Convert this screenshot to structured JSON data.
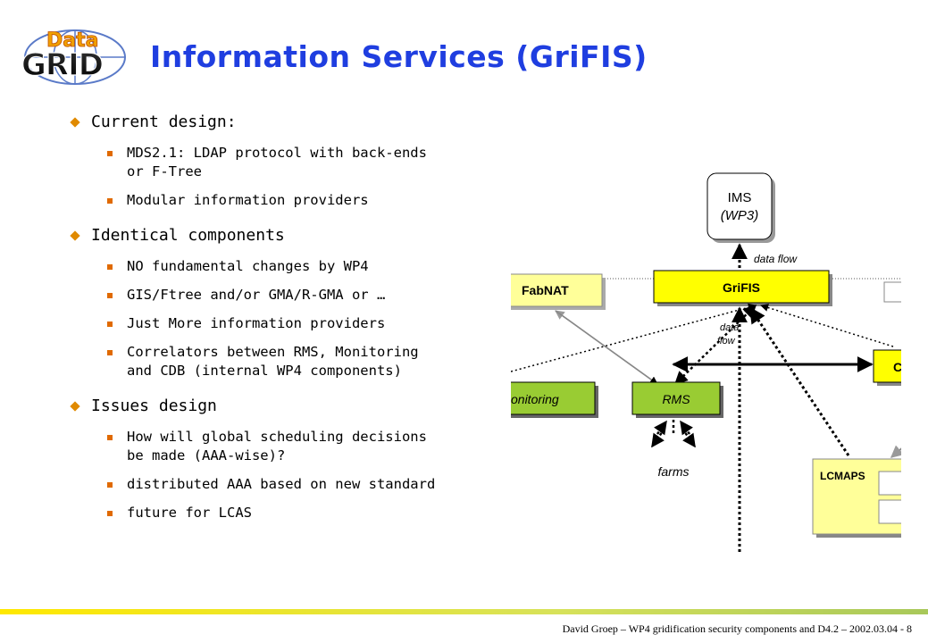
{
  "header": {
    "logo_text_top": "Data",
    "logo_text_bottom": "GRID",
    "title": "Information Services (GriFIS)"
  },
  "sections": [
    {
      "heading": "Current design:",
      "items": [
        "MDS2.1: LDAP protocol with back-ends\nor F-Tree",
        "Modular information providers"
      ]
    },
    {
      "heading": "Identical components",
      "items": [
        "NO fundamental changes by WP4",
        "GIS/Ftree and/or GMA/R-GMA or …",
        "Just More information providers",
        "Correlators between RMS, Monitoring\nand CDB (internal WP4 components)"
      ]
    },
    {
      "heading": "Issues design",
      "items": [
        "How will global scheduling decisions\nbe made (AAA-wise)?",
        "distributed AAA based on new standard",
        "future for LCAS"
      ]
    }
  ],
  "diagram": {
    "ims_line1": "IMS",
    "ims_line2": "(WP3)",
    "data_flow_top": "data flow",
    "grifis": "GriFIS",
    "fabnat": "FabNAT",
    "data_flow_mid_1": "data",
    "data_flow_mid_2": "flow",
    "monitoring": "onitoring",
    "rms": "RMS",
    "farms": "farms",
    "lcmaps": "LCMAPS",
    "right_box_partial": "C"
  },
  "colors": {
    "title": "#1f3ee0",
    "box_yellow": "#ffff00",
    "box_green": "#99cc33",
    "box_light_yellow": "#ffff99"
  },
  "footer": {
    "text": "David Groep – WP4 gridification security components and D4.2 – 2002.03.04  -  8"
  }
}
